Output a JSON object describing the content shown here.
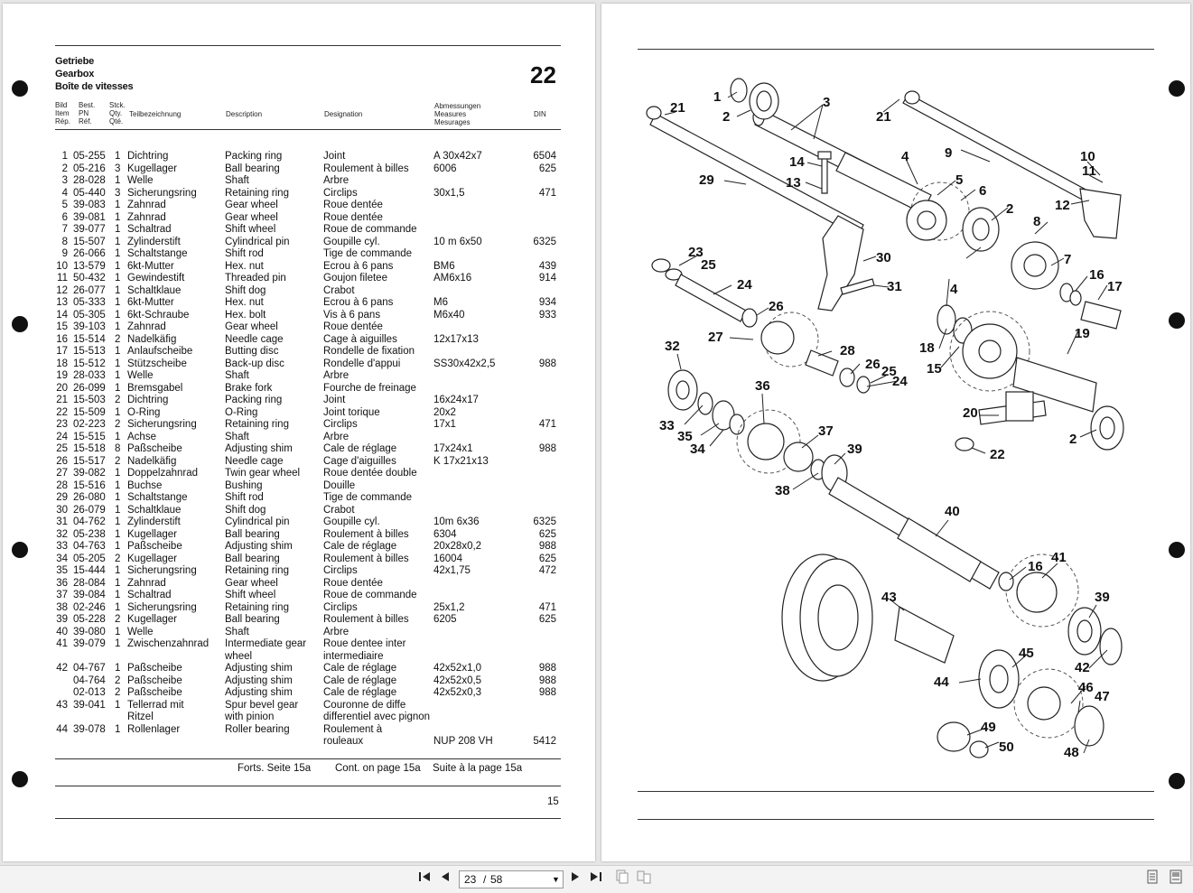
{
  "left_page": {
    "titles": [
      "Getriebe",
      "Gearbox",
      "Boîte de vitesses"
    ],
    "section_number": "22",
    "headers": {
      "pos": [
        "Bild",
        "Item",
        "Rép."
      ],
      "pn": [
        "Best.",
        "PN",
        "Réf."
      ],
      "qty": [
        "Stck.",
        "Qty.",
        "Qté."
      ],
      "de": "Teilbezeichnung",
      "en": "Description",
      "fr": "Designation",
      "dim": [
        "Abmessungen",
        "Measures",
        "Mesurages"
      ],
      "din": "DIN"
    },
    "rows": [
      {
        "pos": "1",
        "pn": "05-255",
        "qty": "1",
        "de": "Dichtring",
        "en": "Packing ring",
        "fr": "Joint",
        "dim": "A 30x42x7",
        "din": "6504"
      },
      {
        "pos": "2",
        "pn": "05-216",
        "qty": "3",
        "de": "Kugellager",
        "en": "Ball bearing",
        "fr": "Roulement à billes",
        "dim": "6006",
        "din": "625"
      },
      {
        "pos": "3",
        "pn": "28-028",
        "qty": "1",
        "de": "Welle",
        "en": "Shaft",
        "fr": "Arbre",
        "dim": "",
        "din": ""
      },
      {
        "pos": "4",
        "pn": "05-440",
        "qty": "3",
        "de": "Sicherungsring",
        "en": "Retaining ring",
        "fr": "Circlips",
        "dim": "30x1,5",
        "din": "471"
      },
      {
        "pos": "5",
        "pn": "39-083",
        "qty": "1",
        "de": "Zahnrad",
        "en": "Gear wheel",
        "fr": "Roue dentée",
        "dim": "",
        "din": ""
      },
      {
        "pos": "6",
        "pn": "39-081",
        "qty": "1",
        "de": "Zahnrad",
        "en": "Gear wheel",
        "fr": "Roue dentée",
        "dim": "",
        "din": ""
      },
      {
        "pos": "7",
        "pn": "39-077",
        "qty": "1",
        "de": "Schaltrad",
        "en": "Shift wheel",
        "fr": "Roue de commande",
        "dim": "",
        "din": ""
      },
      {
        "pos": "8",
        "pn": "15-507",
        "qty": "1",
        "de": "Zylinderstift",
        "en": "Cylindrical pin",
        "fr": "Goupille cyl.",
        "dim": "10 m 6x50",
        "din": "6325"
      },
      {
        "pos": "9",
        "pn": "26-066",
        "qty": "1",
        "de": "Schaltstange",
        "en": "Shift rod",
        "fr": "Tige de commande",
        "dim": "",
        "din": ""
      },
      {
        "pos": "10",
        "pn": "13-579",
        "qty": "1",
        "de": "6kt-Mutter",
        "en": "Hex. nut",
        "fr": "Ecrou à 6 pans",
        "dim": "BM6",
        "din": "439"
      },
      {
        "pos": "11",
        "pn": "50-432",
        "qty": "1",
        "de": "Gewindestift",
        "en": "Threaded pin",
        "fr": "Goujon filetee",
        "dim": "AM6x16",
        "din": "914"
      },
      {
        "pos": "12",
        "pn": "26-077",
        "qty": "1",
        "de": "Schaltklaue",
        "en": "Shift dog",
        "fr": "Crabot",
        "dim": "",
        "din": ""
      },
      {
        "pos": "13",
        "pn": "05-333",
        "qty": "1",
        "de": "6kt-Mutter",
        "en": "Hex. nut",
        "fr": "Ecrou à 6 pans",
        "dim": "M6",
        "din": "934"
      },
      {
        "pos": "14",
        "pn": "05-305",
        "qty": "1",
        "de": "6kt-Schraube",
        "en": "Hex. bolt",
        "fr": "Vis à 6 pans",
        "dim": "M6x40",
        "din": "933"
      },
      {
        "pos": "15",
        "pn": "39-103",
        "qty": "1",
        "de": "Zahnrad",
        "en": "Gear wheel",
        "fr": "Roue dentée",
        "dim": "",
        "din": ""
      },
      {
        "pos": "16",
        "pn": "15-514",
        "qty": "2",
        "de": "Nadelkäfig",
        "en": "Needle cage",
        "fr": "Cage à aiguilles",
        "dim": "12x17x13",
        "din": ""
      },
      {
        "pos": "17",
        "pn": "15-513",
        "qty": "1",
        "de": "Anlaufscheibe",
        "en": "Butting disc",
        "fr": "Rondelle de fixation",
        "dim": "",
        "din": ""
      },
      {
        "pos": "18",
        "pn": "15-512",
        "qty": "1",
        "de": "Stützscheibe",
        "en": "Back-up disc",
        "fr": "Rondelle d'appui",
        "dim": "SS30x42x2,5",
        "din": "988"
      },
      {
        "pos": "19",
        "pn": "28-033",
        "qty": "1",
        "de": "Welle",
        "en": "Shaft",
        "fr": "Arbre",
        "dim": "",
        "din": ""
      },
      {
        "pos": "20",
        "pn": "26-099",
        "qty": "1",
        "de": "Bremsgabel",
        "en": "Brake fork",
        "fr": "Fourche de freinage",
        "dim": "",
        "din": ""
      },
      {
        "pos": "21",
        "pn": "15-503",
        "qty": "2",
        "de": "Dichtring",
        "en": "Packing ring",
        "fr": "Joint",
        "dim": "16x24x17",
        "din": ""
      },
      {
        "pos": "22",
        "pn": "15-509",
        "qty": "1",
        "de": "O-Ring",
        "en": "O-Ring",
        "fr": "Joint torique",
        "dim": "20x2",
        "din": ""
      },
      {
        "pos": "23",
        "pn": "02-223",
        "qty": "2",
        "de": "Sicherungsring",
        "en": "Retaining ring",
        "fr": "Circlips",
        "dim": "17x1",
        "din": "471"
      },
      {
        "pos": "24",
        "pn": "15-515",
        "qty": "1",
        "de": "Achse",
        "en": "Shaft",
        "fr": "Arbre",
        "dim": "",
        "din": ""
      },
      {
        "pos": "25",
        "pn": "15-518",
        "qty": "8",
        "de": "Paßscheibe",
        "en": "Adjusting shim",
        "fr": "Cale de réglage",
        "dim": "17x24x1",
        "din": "988"
      },
      {
        "pos": "26",
        "pn": "15-517",
        "qty": "2",
        "de": "Nadelkäfig",
        "en": "Needle cage",
        "fr": "Cage d'aiguilles",
        "dim": "K 17x21x13",
        "din": ""
      },
      {
        "pos": "27",
        "pn": "39-082",
        "qty": "1",
        "de": "Doppelzahnrad",
        "en": "Twin gear wheel",
        "fr": "Roue dentée double",
        "dim": "",
        "din": ""
      },
      {
        "pos": "28",
        "pn": "15-516",
        "qty": "1",
        "de": "Buchse",
        "en": "Bushing",
        "fr": "Douille",
        "dim": "",
        "din": ""
      },
      {
        "pos": "29",
        "pn": "26-080",
        "qty": "1",
        "de": "Schaltstange",
        "en": "Shift rod",
        "fr": "Tige de commande",
        "dim": "",
        "din": ""
      },
      {
        "pos": "30",
        "pn": "26-079",
        "qty": "1",
        "de": "Schaltklaue",
        "en": "Shift dog",
        "fr": "Crabot",
        "dim": "",
        "din": ""
      },
      {
        "pos": "31",
        "pn": "04-762",
        "qty": "1",
        "de": "Zylinderstift",
        "en": "Cylindrical pin",
        "fr": "Goupille cyl.",
        "dim": "10m 6x36",
        "din": "6325"
      },
      {
        "pos": "32",
        "pn": "05-238",
        "qty": "1",
        "de": "Kugellager",
        "en": "Ball bearing",
        "fr": "Roulement à billes",
        "dim": "6304",
        "din": "625"
      },
      {
        "pos": "33",
        "pn": "04-763",
        "qty": "1",
        "de": "Paßscheibe",
        "en": "Adjusting shim",
        "fr": "Cale de réglage",
        "dim": "20x28x0,2",
        "din": "988"
      },
      {
        "pos": "34",
        "pn": "05-205",
        "qty": "2",
        "de": "Kugellager",
        "en": "Ball bearing",
        "fr": "Roulement à billes",
        "dim": "16004",
        "din": "625"
      },
      {
        "pos": "35",
        "pn": "15-444",
        "qty": "1",
        "de": "Sicherungsring",
        "en": "Retaining ring",
        "fr": "Circlips",
        "dim": "42x1,75",
        "din": "472"
      },
      {
        "pos": "36",
        "pn": "28-084",
        "qty": "1",
        "de": "Zahnrad",
        "en": "Gear wheel",
        "fr": "Roue dentée",
        "dim": "",
        "din": ""
      },
      {
        "pos": "37",
        "pn": "39-084",
        "qty": "1",
        "de": "Schaltrad",
        "en": "Shift wheel",
        "fr": "Roue de commande",
        "dim": "",
        "din": ""
      },
      {
        "pos": "38",
        "pn": "02-246",
        "qty": "1",
        "de": "Sicherungsring",
        "en": "Retaining ring",
        "fr": "Circlips",
        "dim": "25x1,2",
        "din": "471"
      },
      {
        "pos": "39",
        "pn": "05-228",
        "qty": "2",
        "de": "Kugellager",
        "en": "Ball bearing",
        "fr": "Roulement à billes",
        "dim": "6205",
        "din": "625"
      },
      {
        "pos": "40",
        "pn": "39-080",
        "qty": "1",
        "de": "Welle",
        "en": "Shaft",
        "fr": "Arbre",
        "dim": "",
        "din": ""
      },
      {
        "pos": "41",
        "pn": "39-079",
        "qty": "1",
        "de": "Zwischenzahnrad",
        "en": "Intermediate gear",
        "fr": "Roue dentee inter",
        "dim": "",
        "din": ""
      },
      {
        "pos": "",
        "pn": "",
        "qty": "",
        "de": "",
        "en": "wheel",
        "fr": "intermediaire",
        "dim": "",
        "din": ""
      },
      {
        "pos": "42",
        "pn": "04-767",
        "qty": "1",
        "de": "Paßscheibe",
        "en": "Adjusting shim",
        "fr": "Cale de réglage",
        "dim": "42x52x1,0",
        "din": "988"
      },
      {
        "pos": "",
        "pn": "04-764",
        "qty": "2",
        "de": "Paßscheibe",
        "en": "Adjusting shim",
        "fr": "Cale de réglage",
        "dim": "42x52x0,5",
        "din": "988"
      },
      {
        "pos": "",
        "pn": "02-013",
        "qty": "2",
        "de": "Paßscheibe",
        "en": "Adjusting shim",
        "fr": "Cale de réglage",
        "dim": "42x52x0,3",
        "din": "988"
      },
      {
        "pos": "43",
        "pn": "39-041",
        "qty": "1",
        "de": "Tellerrad mit",
        "en": "Spur bevel gear",
        "fr": "Couronne de diffe",
        "dim": "",
        "din": ""
      },
      {
        "pos": "",
        "pn": "",
        "qty": "",
        "de": "Ritzel",
        "en": "with pinion",
        "fr": "differentiel avec pignon",
        "dim": "",
        "din": ""
      },
      {
        "pos": "44",
        "pn": "39-078",
        "qty": "1",
        "de": "Rollenlager",
        "en": "Roller bearing",
        "fr": "Roulement à",
        "dim": "",
        "din": ""
      },
      {
        "pos": "",
        "pn": "",
        "qty": "",
        "de": "",
        "en": "",
        "fr": "rouleaux",
        "dim": "NUP 208 VH",
        "din": "5412"
      }
    ],
    "footer": {
      "de": "Forts. Seite 15a",
      "en": "Cont. on page 15a",
      "fr": "Suite à la page 15a"
    },
    "page_number": "15"
  },
  "diagram_labels": [
    {
      "t": "1"
    },
    {
      "t": "2"
    },
    {
      "t": "3"
    },
    {
      "t": "21"
    },
    {
      "t": "21"
    },
    {
      "t": "9"
    },
    {
      "t": "10"
    },
    {
      "t": "11"
    },
    {
      "t": "12"
    },
    {
      "t": "14"
    },
    {
      "t": "13"
    },
    {
      "t": "29"
    },
    {
      "t": "4"
    },
    {
      "t": "5"
    },
    {
      "t": "6"
    },
    {
      "t": "2"
    },
    {
      "t": "8"
    },
    {
      "t": "7"
    },
    {
      "t": "30"
    },
    {
      "t": "31"
    },
    {
      "t": "23"
    },
    {
      "t": "25"
    },
    {
      "t": "24"
    },
    {
      "t": "26"
    },
    {
      "t": "27"
    },
    {
      "t": "28"
    },
    {
      "t": "26"
    },
    {
      "t": "25"
    },
    {
      "t": "24"
    },
    {
      "t": "4"
    },
    {
      "t": "16"
    },
    {
      "t": "17"
    },
    {
      "t": "18"
    },
    {
      "t": "15"
    },
    {
      "t": "19"
    },
    {
      "t": "32"
    },
    {
      "t": "36"
    },
    {
      "t": "33"
    },
    {
      "t": "35"
    },
    {
      "t": "34"
    },
    {
      "t": "37"
    },
    {
      "t": "39"
    },
    {
      "t": "38"
    },
    {
      "t": "20"
    },
    {
      "t": "22"
    },
    {
      "t": "2"
    },
    {
      "t": "40"
    },
    {
      "t": "16"
    },
    {
      "t": "41"
    },
    {
      "t": "43"
    },
    {
      "t": "39"
    },
    {
      "t": "42"
    },
    {
      "t": "44"
    },
    {
      "t": "45"
    },
    {
      "t": "46"
    },
    {
      "t": "47"
    },
    {
      "t": "49"
    },
    {
      "t": "50"
    },
    {
      "t": "48"
    }
  ],
  "toolbar": {
    "page_current": "23",
    "page_total": "58",
    "page_sep": "/",
    "first_icon": "first-page-icon",
    "prev_icon": "prev-page-icon",
    "next_icon": "next-page-icon",
    "last_icon": "last-page-icon"
  }
}
